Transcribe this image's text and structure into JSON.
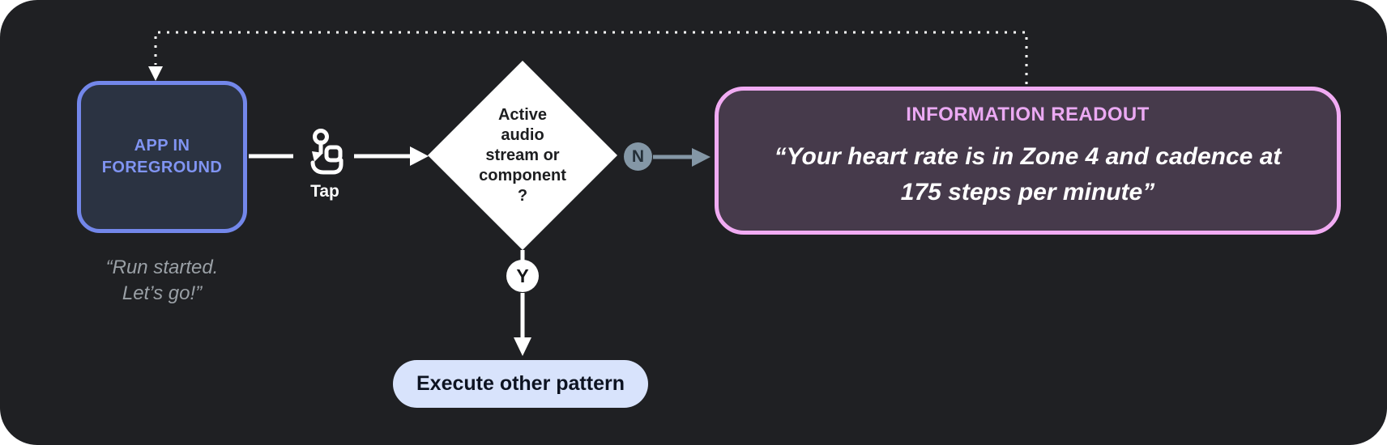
{
  "diagram": {
    "app_box": {
      "label": "APP IN FOREGROUND"
    },
    "app_quote": {
      "line1": "“Run started.",
      "line2": "Let’s go!”"
    },
    "tap": {
      "label": "Tap",
      "icon": "tap-gesture-icon"
    },
    "decision": {
      "lines": [
        "Active",
        "audio",
        "stream or",
        "component",
        "?"
      ],
      "full_text": "Active audio stream or component ?"
    },
    "branches": {
      "no_label": "N",
      "yes_label": "Y"
    },
    "readout": {
      "title": "INFORMATION READOUT",
      "quote_line1": "“Your heart rate is in Zone 4 and cadence at",
      "quote_line2": "175 steps per minute”"
    },
    "action": {
      "label": "Execute other pattern"
    }
  },
  "colors": {
    "canvas_bg": "#1f2023",
    "app_box_fill": "#2b3342",
    "app_box_border": "#7387ea",
    "app_box_text": "#8094f2",
    "quote_gray": "#9aa0a6",
    "flow_white": "#ffffff",
    "branch_slate": "#8497a6",
    "readout_fill": "#463a4b",
    "readout_border": "#f1abf3",
    "readout_title": "#eba9f3",
    "action_fill": "#d8e3fc",
    "action_text": "#0d1321"
  }
}
